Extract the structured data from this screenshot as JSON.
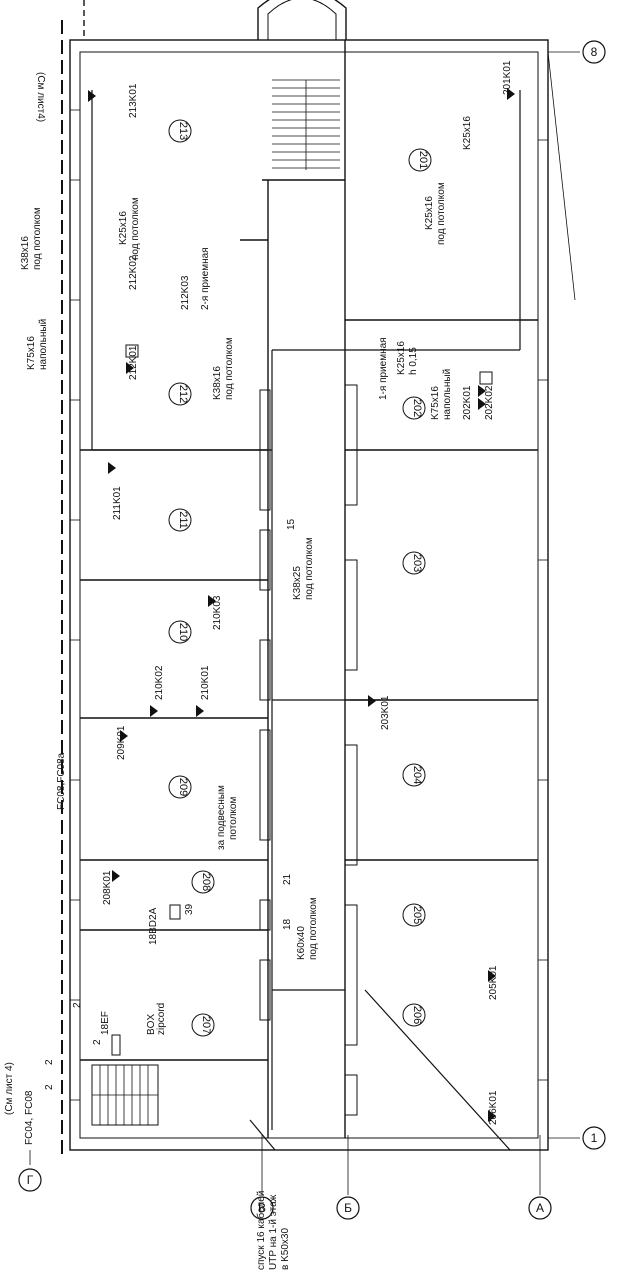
{
  "sheet_refs": {
    "top": "(См лист4)",
    "bottom": "(См лист 4)",
    "fc_left": "FC04, FC08",
    "fc_mid": "FC08,FC08a"
  },
  "axes": {
    "g": "Г",
    "v": "В",
    "b": "Б",
    "a": "А",
    "n1": "1",
    "n8": "8"
  },
  "rooms": {
    "r201": "201",
    "r202": "202",
    "r203": "203",
    "r204": "204",
    "r205": "205",
    "r206": "206",
    "r207": "207",
    "r208": "208",
    "r209": "209",
    "r210": "210",
    "r211": "211",
    "r212": "212",
    "r213": "213"
  },
  "room_notes": {
    "r202_name": "1-я приемная",
    "r212_name": "2-я приемная",
    "r209_note1": "за подвесным",
    "r209_note2": "потолком"
  },
  "outlets": {
    "o201": "201K01",
    "o202a": "202K01",
    "o202b": "202K02",
    "o203": "203K01",
    "o205": "205K01",
    "o206": "206K01",
    "o208": "208K01",
    "o209": "209K01",
    "o210a": "210K02",
    "o210b": "210K01",
    "o210c": "210K03",
    "o211": "211K01",
    "o212a": "212K01",
    "o212b": "212K02",
    "o212c": "212K03",
    "o213": "213K01"
  },
  "ducts": {
    "k25_201": "K25x16",
    "k25_201b": "K25x16",
    "under_ceiling_201": "под потолком",
    "k25_202": "K25x16",
    "h_202": "h 0,15",
    "k75_202": "K75x16",
    "floor_202": "напольный",
    "k25_213": "K25x16",
    "under_ceiling_213": "под потолком",
    "k38_212": "K38x16",
    "under_ceiling_212": "под потолком",
    "k38_left": "K38x16",
    "under_ceiling_left": "под потолком",
    "k75_left": "K75x16",
    "floor_left": "напольный",
    "k38x25": "K38x25",
    "under_ceiling_corr": "под потолком",
    "k60": "K60x40",
    "under_ceiling_207": "под потолком"
  },
  "equipment": {
    "bd2a": "18BD2A",
    "n39": "39",
    "ef": "18EF",
    "box": "BOX",
    "zipcord": "zipcord",
    "n15": "15",
    "n18": "18",
    "n21": "21",
    "n2a": "2",
    "n2b": "2",
    "n2c": "2",
    "n2d": "2"
  },
  "cable_note": {
    "line1": "спуск 16 кабелей",
    "line2": "UTP на 1-й этаж",
    "line3": "в K50x30"
  }
}
